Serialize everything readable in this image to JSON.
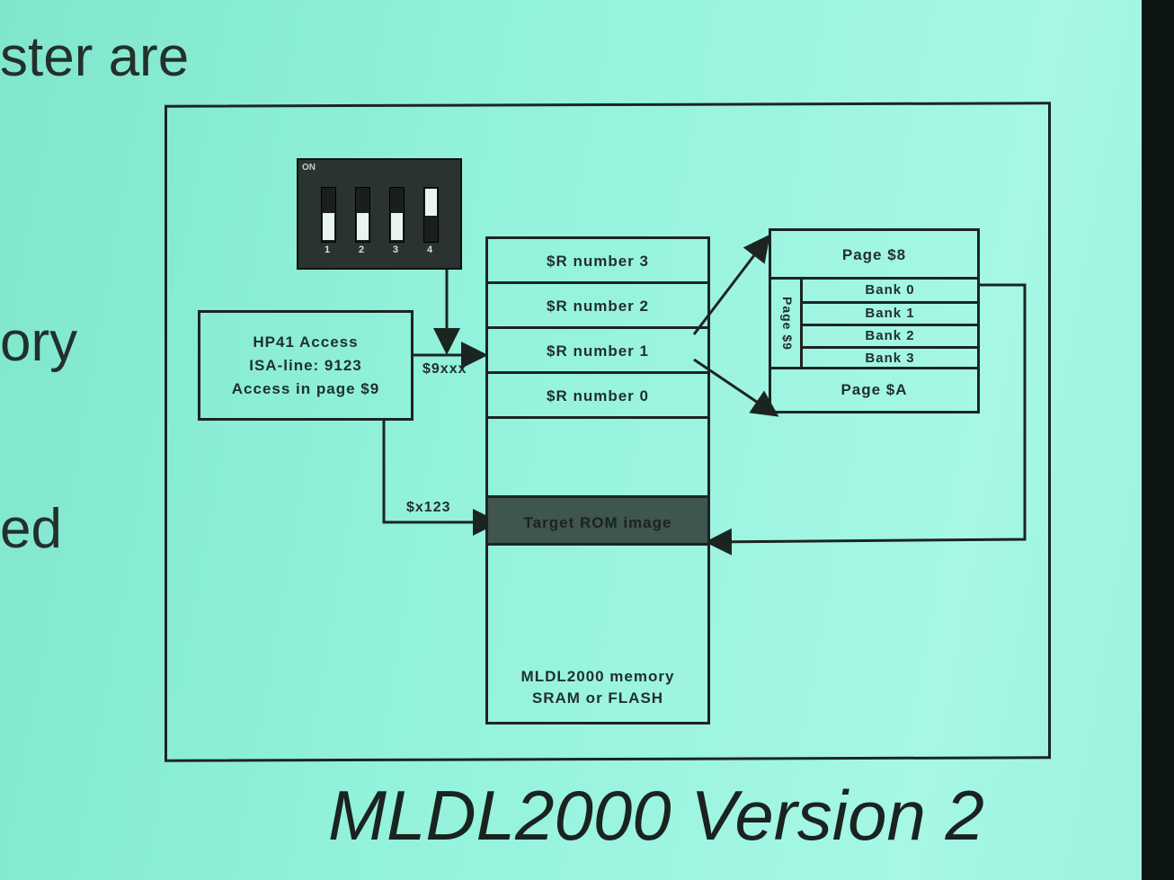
{
  "slide": {
    "bullet_fragments": [
      "ster are",
      "ory",
      "ed"
    ],
    "title": "MLDL2000 Version 2"
  },
  "diagram": {
    "dip_switch": {
      "label": "ON",
      "switches": [
        "1",
        "2",
        "3",
        "4"
      ],
      "states": [
        "off",
        "off",
        "off",
        "on"
      ]
    },
    "hp41_box": {
      "lines": [
        "HP41 Access",
        "ISA-line: 9123",
        "Access in page $9"
      ]
    },
    "address_labels": {
      "sr_select": "$9xxx",
      "rom_offset": "$x123"
    },
    "memory": {
      "sr_cells": [
        "$R number 3",
        "$R number 2",
        "$R number 1",
        "$R number 0"
      ],
      "target": "Target ROM image",
      "footer": [
        "MLDL2000 memory",
        "SRAM or FLASH"
      ]
    },
    "pages": {
      "top": "Page $8",
      "side": "Page $9",
      "banks": [
        "Bank 0",
        "Bank 1",
        "Bank 2",
        "Bank 3"
      ],
      "bottom": "Page $A"
    }
  },
  "colors": {
    "background": "#93f2dc",
    "line": "#1c2421",
    "target_fill": "#3f5550"
  }
}
